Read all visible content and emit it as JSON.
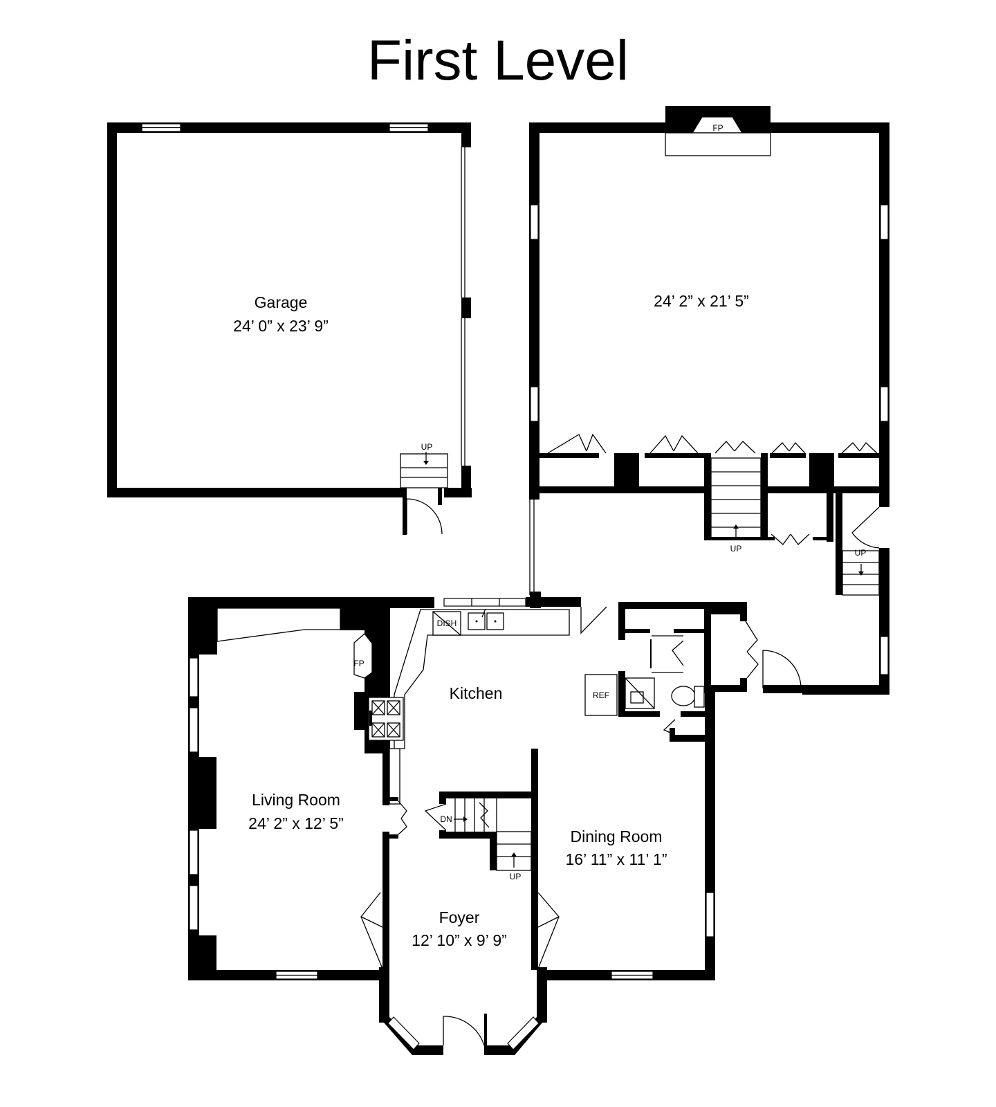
{
  "title": "First Level",
  "rooms": {
    "garage": {
      "name": "Garage",
      "dims": "24’ 0” x 23’ 9”"
    },
    "great_room": {
      "dims": "24’ 2” x 21’ 5”"
    },
    "kitchen": {
      "name": "Kitchen"
    },
    "living_room": {
      "name": "Living Room",
      "dims": "24’ 2” x 12’ 5”"
    },
    "dining_room": {
      "name": "Dining Room",
      "dims": "16’ 11” x 11’ 1”"
    },
    "foyer": {
      "name": "Foyer",
      "dims": "12’ 10” x 9’ 9”"
    }
  },
  "labels": {
    "fireplace": "FP",
    "up": "UP",
    "down": "DN",
    "dishwasher": "DISH",
    "refrigerator": "REF"
  }
}
